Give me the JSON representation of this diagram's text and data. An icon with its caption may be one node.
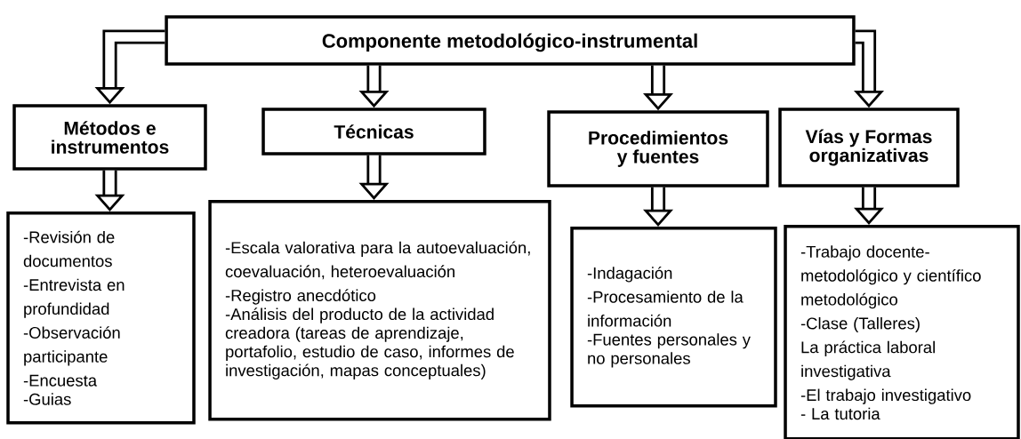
{
  "diagram": {
    "nodes": [
      {
        "text": [
          "Componente metodológico-instrumental"
        ]
      },
      {
        "text": [
          "Métodos e instrumentos"
        ]
      },
      {
        "text": [
          "Técnicas"
        ]
      },
      {
        "text": [
          "Procedimientos y fuentes"
        ]
      },
      {
        "text": [
          "Vías y Formas organizativas"
        ]
      },
      {
        "text": [
          "-Revisión de documentos",
          "-Entrevista en profundidad",
          "-Observación participante",
          "-Encuesta",
          "-Guias"
        ]
      },
      {
        "text": [
          "-Escala valorativa para la autoevaluación, coevaluación, heteroevaluación",
          "-Registro anecdótico",
          "-Análisis del producto de la actividad creadora (tareas de aprendizaje, portafolio, estudio de caso, informes de investigación, mapas conceptuales)"
        ]
      },
      {
        "text": [
          "-Indagación",
          "-Procesamiento de la información",
          "-Fuentes personales y no personales"
        ]
      },
      {
        "text": [
          "-Trabajo docente-metodológico y científico metodológico",
          "-Clase (Talleres) La práctica laboral investigativa",
          "-El trabajo investigativo",
          "- La tutoria"
        ]
      }
    ],
    "edges": [
      {
        "from": 0,
        "to": 1,
        "arrow": "to"
      },
      {
        "from": 0,
        "to": 2,
        "arrow": "to"
      },
      {
        "from": 0,
        "to": 3,
        "arrow": "to"
      },
      {
        "from": 0,
        "to": 4,
        "arrow": "to"
      },
      {
        "from": 1,
        "to": 5,
        "arrow": "to"
      },
      {
        "from": 2,
        "to": 6,
        "arrow": "to"
      },
      {
        "from": 3,
        "to": 7,
        "arrow": "to"
      },
      {
        "from": 4,
        "to": 8,
        "arrow": "to"
      }
    ]
  }
}
